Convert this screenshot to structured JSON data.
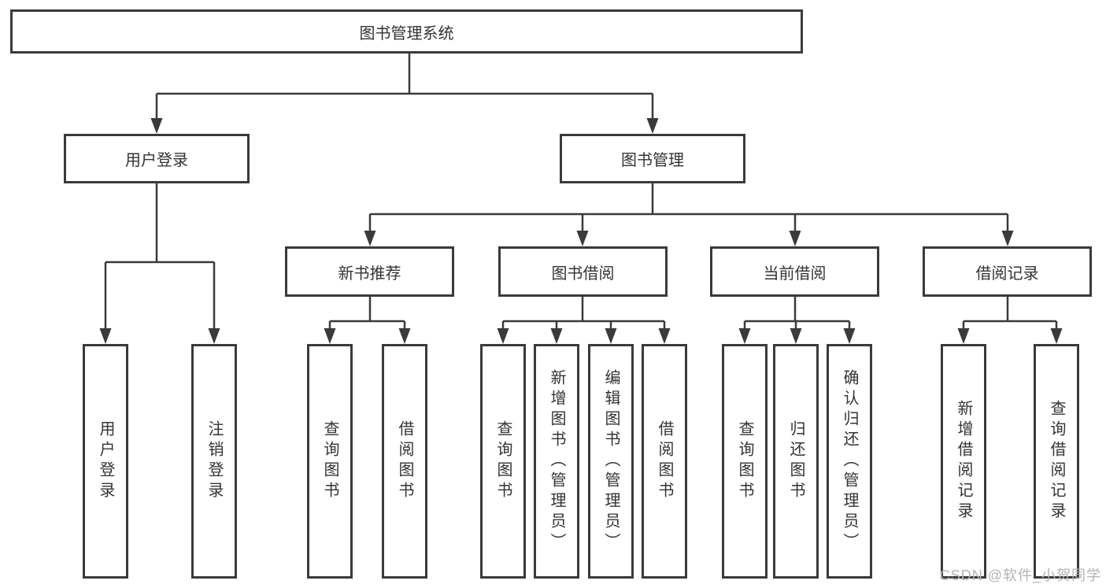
{
  "diagram": {
    "root": {
      "label": "图书管理系统"
    },
    "level2": [
      {
        "label": "用户登录"
      },
      {
        "label": "图书管理"
      }
    ],
    "level3": [
      {
        "label": "新书推荐"
      },
      {
        "label": "图书借阅"
      },
      {
        "label": "当前借阅"
      },
      {
        "label": "借阅记录"
      }
    ],
    "leaves": [
      {
        "label": "用户登录"
      },
      {
        "label": "注销登录"
      },
      {
        "label": "查询图书"
      },
      {
        "label": "借阅图书"
      },
      {
        "label": "查询图书"
      },
      {
        "label": "新增图书（管理员）"
      },
      {
        "label": "编辑图书（管理员）"
      },
      {
        "label": "借阅图书"
      },
      {
        "label": "查询图书"
      },
      {
        "label": "归还图书"
      },
      {
        "label": "确认归还（管理员）"
      },
      {
        "label": "新增借阅记录"
      },
      {
        "label": "查询借阅记录"
      }
    ],
    "colors": {
      "line": "#3a3a3a",
      "box_border": "#3a3a3a",
      "text": "#333333",
      "background": "#ffffff",
      "watermark": "#b3b3b3"
    },
    "watermark": "CSDN @软件_小贺同学"
  }
}
